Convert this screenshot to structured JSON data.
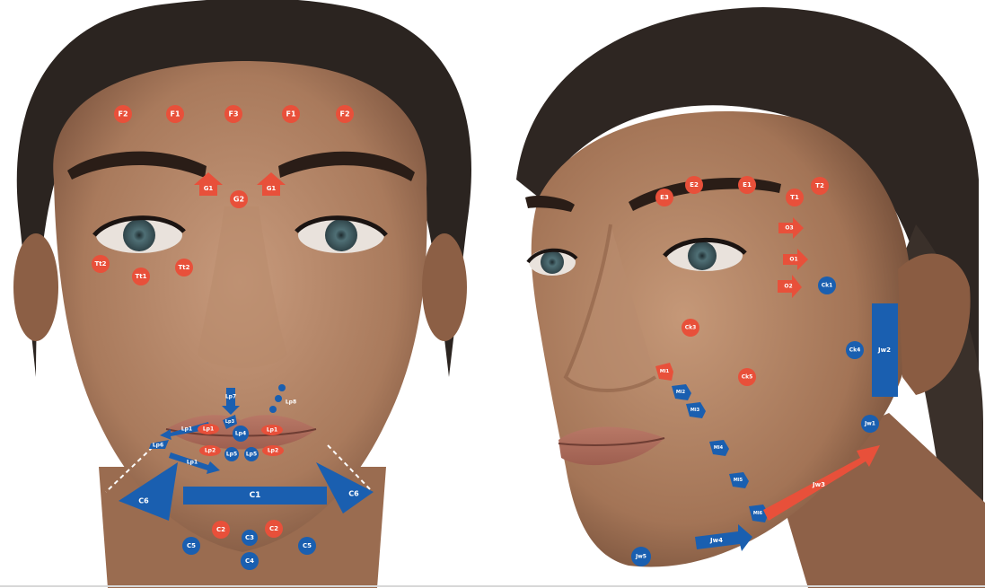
{
  "colors": {
    "red": "#e8503a",
    "blue": "#1a5fb0",
    "skin": "#b98a6c",
    "hair": "#2b2420"
  },
  "labels": {
    "F2": "F2",
    "F1": "F1",
    "F3": "F3",
    "G1": "G1",
    "G2": "G2",
    "Tt1": "Tt1",
    "Tt2": "Tt2",
    "Lp1": "Lp1",
    "Lp2": "Lp2",
    "Lp3": "Lp3",
    "Lp4": "Lp4",
    "Lp5": "Lp5",
    "Lp6": "Lp6",
    "Lp7": "Lp7",
    "Lp8": "Lp8",
    "C1": "C1",
    "C2": "C2",
    "C3": "C3",
    "C4": "C4",
    "C5": "C5",
    "C6": "C6",
    "E1": "E1",
    "E2": "E2",
    "E3": "E3",
    "T1": "T1",
    "T2": "T2",
    "O1": "O1",
    "O2": "O2",
    "O3": "O3",
    "Ck1": "Ck1",
    "Ck3": "Ck3",
    "Ck4": "Ck4",
    "Ck5": "Ck5",
    "Jw1": "Jw1",
    "Jw2": "Jw2",
    "Jw3": "Jw3",
    "Jw4": "Jw4",
    "Jw5": "Jw5",
    "Ml1": "Ml1",
    "Ml2": "Ml2",
    "Ml3": "Ml3",
    "Ml4": "Ml4",
    "Ml5": "Ml5",
    "Ml6": "Ml6"
  }
}
